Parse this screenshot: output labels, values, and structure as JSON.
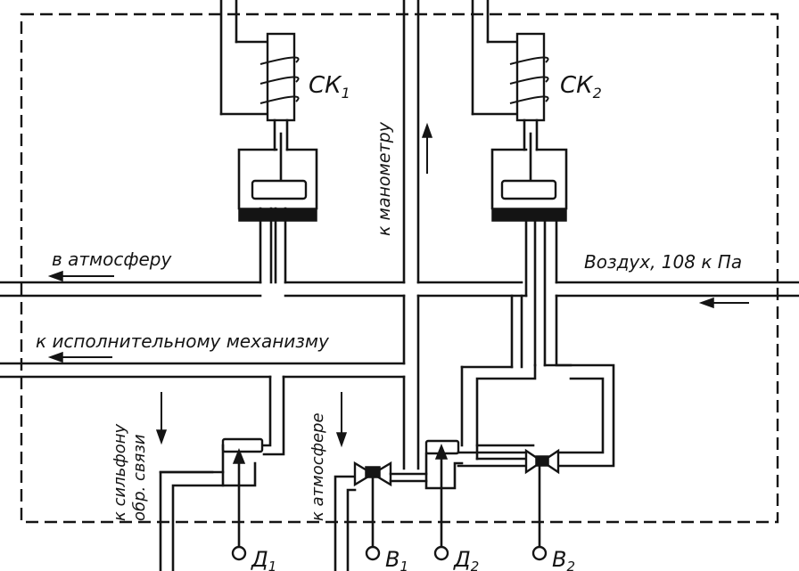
{
  "labels": {
    "to_atmosphere_top": "в атмосферу",
    "to_manometer": "к манометру",
    "air_supply": "Воздух, 108  к Па",
    "to_actuator": "к исполнительному механизму",
    "to_link_sylphon": "к сильфону",
    "to_link_sylphon_2": "обр. связи",
    "to_atmosphere_bottom": "к атмосфере"
  },
  "components": {
    "sk1": {
      "name": "СК",
      "sub": "1"
    },
    "sk2": {
      "name": "СК",
      "sub": "2"
    },
    "d1": {
      "name": "Д",
      "sub": "1"
    },
    "v1": {
      "name": "В",
      "sub": "1"
    },
    "d2": {
      "name": "Д",
      "sub": "2"
    },
    "v2": {
      "name": "В",
      "sub": "2"
    }
  }
}
